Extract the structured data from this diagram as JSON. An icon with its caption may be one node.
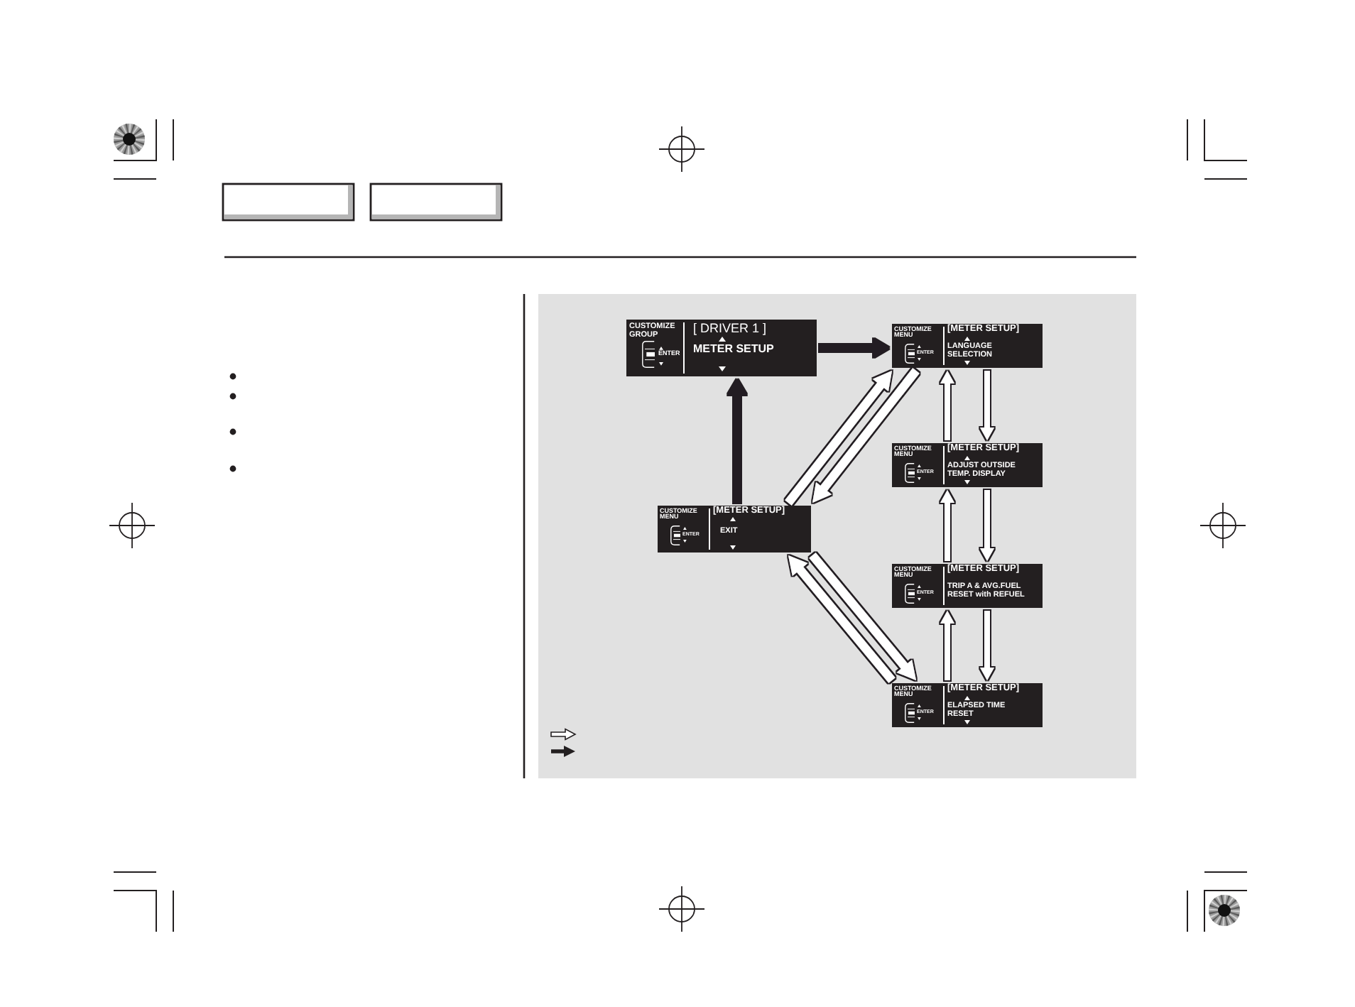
{
  "diagram": {
    "nodes": [
      {
        "text": [
          "CUSTOMIZE GROUP",
          "ENTER",
          "[ DRIVER 1 ]",
          "METER SETUP"
        ]
      },
      {
        "text": [
          "CUSTOMIZE MENU",
          "ENTER",
          "[METER SETUP]",
          "LANGUAGE SELECTION"
        ]
      },
      {
        "text": [
          "CUSTOMIZE MENU",
          "ENTER",
          "[METER SETUP]",
          "ADJUST OUTSIDE TEMP. DISPLAY"
        ]
      },
      {
        "text": [
          "CUSTOMIZE MENU",
          "ENTER",
          "[METER SETUP]",
          "EXIT"
        ]
      },
      {
        "text": [
          "CUSTOMIZE MENU",
          "ENTER",
          "[METER SETUP]",
          "TRIP A & AVG.FUEL RESET with REFUEL"
        ]
      },
      {
        "text": [
          "CUSTOMIZE MENU",
          "ENTER",
          "[METER SETUP]",
          "ELAPSED TIME RESET"
        ]
      }
    ],
    "edges": [
      {
        "from": 0,
        "to": 1,
        "arrow": "to",
        "color": "#231f20"
      },
      {
        "from": 3,
        "to": 0,
        "arrow": "to",
        "color": "#231f20"
      },
      {
        "from": 3,
        "to": 1,
        "arrow": "to"
      },
      {
        "from": 1,
        "to": 3,
        "arrow": "to"
      },
      {
        "from": 2,
        "to": 1,
        "arrow": "to"
      },
      {
        "from": 1,
        "to": 2,
        "arrow": "to"
      },
      {
        "from": 4,
        "to": 2,
        "arrow": "to"
      },
      {
        "from": 2,
        "to": 4,
        "arrow": "to"
      },
      {
        "from": 5,
        "to": 4,
        "arrow": "to"
      },
      {
        "from": 4,
        "to": 5,
        "arrow": "to"
      },
      {
        "from": 3,
        "to": 5,
        "arrow": "to"
      },
      {
        "from": 5,
        "to": 3,
        "arrow": "to"
      }
    ]
  }
}
